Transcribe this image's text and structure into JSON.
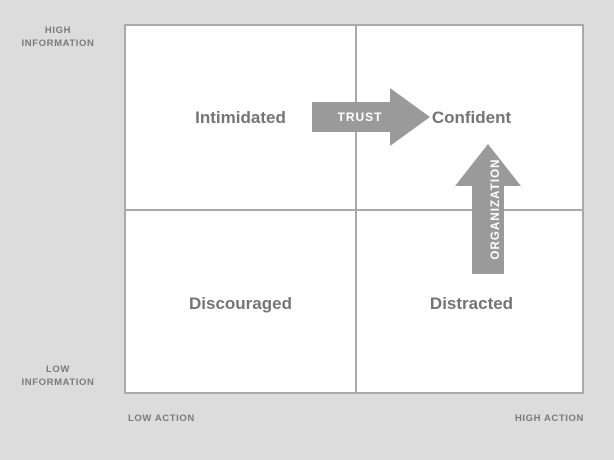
{
  "chart_data": {
    "type": "table",
    "title": "",
    "xlabel": "Action",
    "ylabel": "Information",
    "axes": {
      "x": {
        "low": "LOW ACTION",
        "high": "HIGH ACTION"
      },
      "y": {
        "low": "LOW\nINFORMATION",
        "high": "HIGH\nINFORMATION"
      }
    },
    "quadrants": [
      {
        "id": "intimidated",
        "label": "Intimidated",
        "x": "low",
        "y": "high"
      },
      {
        "id": "confident",
        "label": "Confident",
        "x": "high",
        "y": "high"
      },
      {
        "id": "discouraged",
        "label": "Discouraged",
        "x": "low",
        "y": "low"
      },
      {
        "id": "distracted",
        "label": "Distracted",
        "x": "high",
        "y": "low"
      }
    ],
    "annotations": [
      {
        "id": "trust",
        "label": "TRUST",
        "direction": "right",
        "from": "Intimidated",
        "to": "Confident"
      },
      {
        "id": "organization",
        "label": "ORGANIZATION",
        "direction": "up",
        "from": "Distracted",
        "to": "Confident"
      }
    ],
    "colors": {
      "background": "#dcdcdc",
      "panel": "#ffffff",
      "border": "#a9a9a9",
      "arrow": "#9a9a9a",
      "quadrant_text": "#757575",
      "axis_text": "#7a7a7a",
      "arrow_text": "#ffffff"
    }
  },
  "axes": {
    "high_information": "HIGH\nINFORMATION",
    "low_information": "LOW\nINFORMATION",
    "low_action": "LOW ACTION",
    "high_action": "HIGH ACTION"
  },
  "quadrants": {
    "intimidated": "Intimidated",
    "confident": "Confident",
    "discouraged": "Discouraged",
    "distracted": "Distracted"
  },
  "arrows": {
    "trust": "TRUST",
    "organization": "ORGANIZATION"
  }
}
